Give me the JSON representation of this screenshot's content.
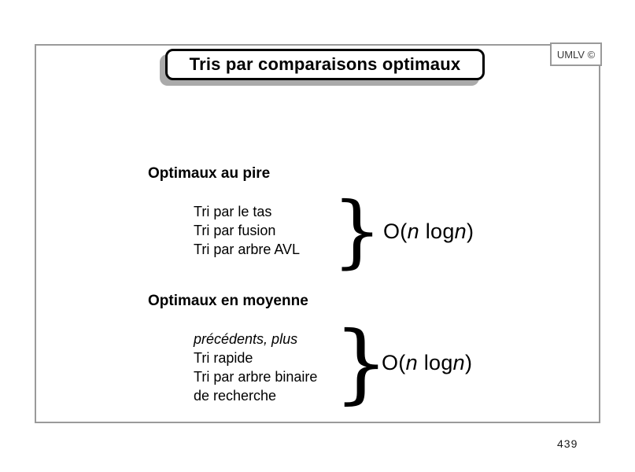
{
  "slide": {
    "title": "Tris par comparaisons optimaux",
    "brand": "UMLV ©",
    "page_number": "439"
  },
  "sections": [
    {
      "heading": "Optimaux au pire",
      "items": [
        "Tri par le tas",
        "Tri par fusion",
        "Tri par arbre AVL"
      ],
      "complexity": {
        "open": "O(",
        "n1": "n",
        "log": " log",
        "n2": "n",
        "close": ")"
      }
    },
    {
      "heading": "Optimaux en moyenne",
      "items": [
        "précédents, plus",
        "Tri rapide",
        "Tri par arbre binaire",
        "de recherche"
      ],
      "complexity": {
        "open": "O(",
        "n1": "n",
        "log": " log",
        "n2": "n",
        "close": ")"
      }
    }
  ],
  "icons": {
    "brace": "}"
  },
  "colors": {
    "frame_border": "#9a9a9a",
    "title_shadow": "#aaaaaa",
    "text": "#000000",
    "background": "#ffffff"
  }
}
